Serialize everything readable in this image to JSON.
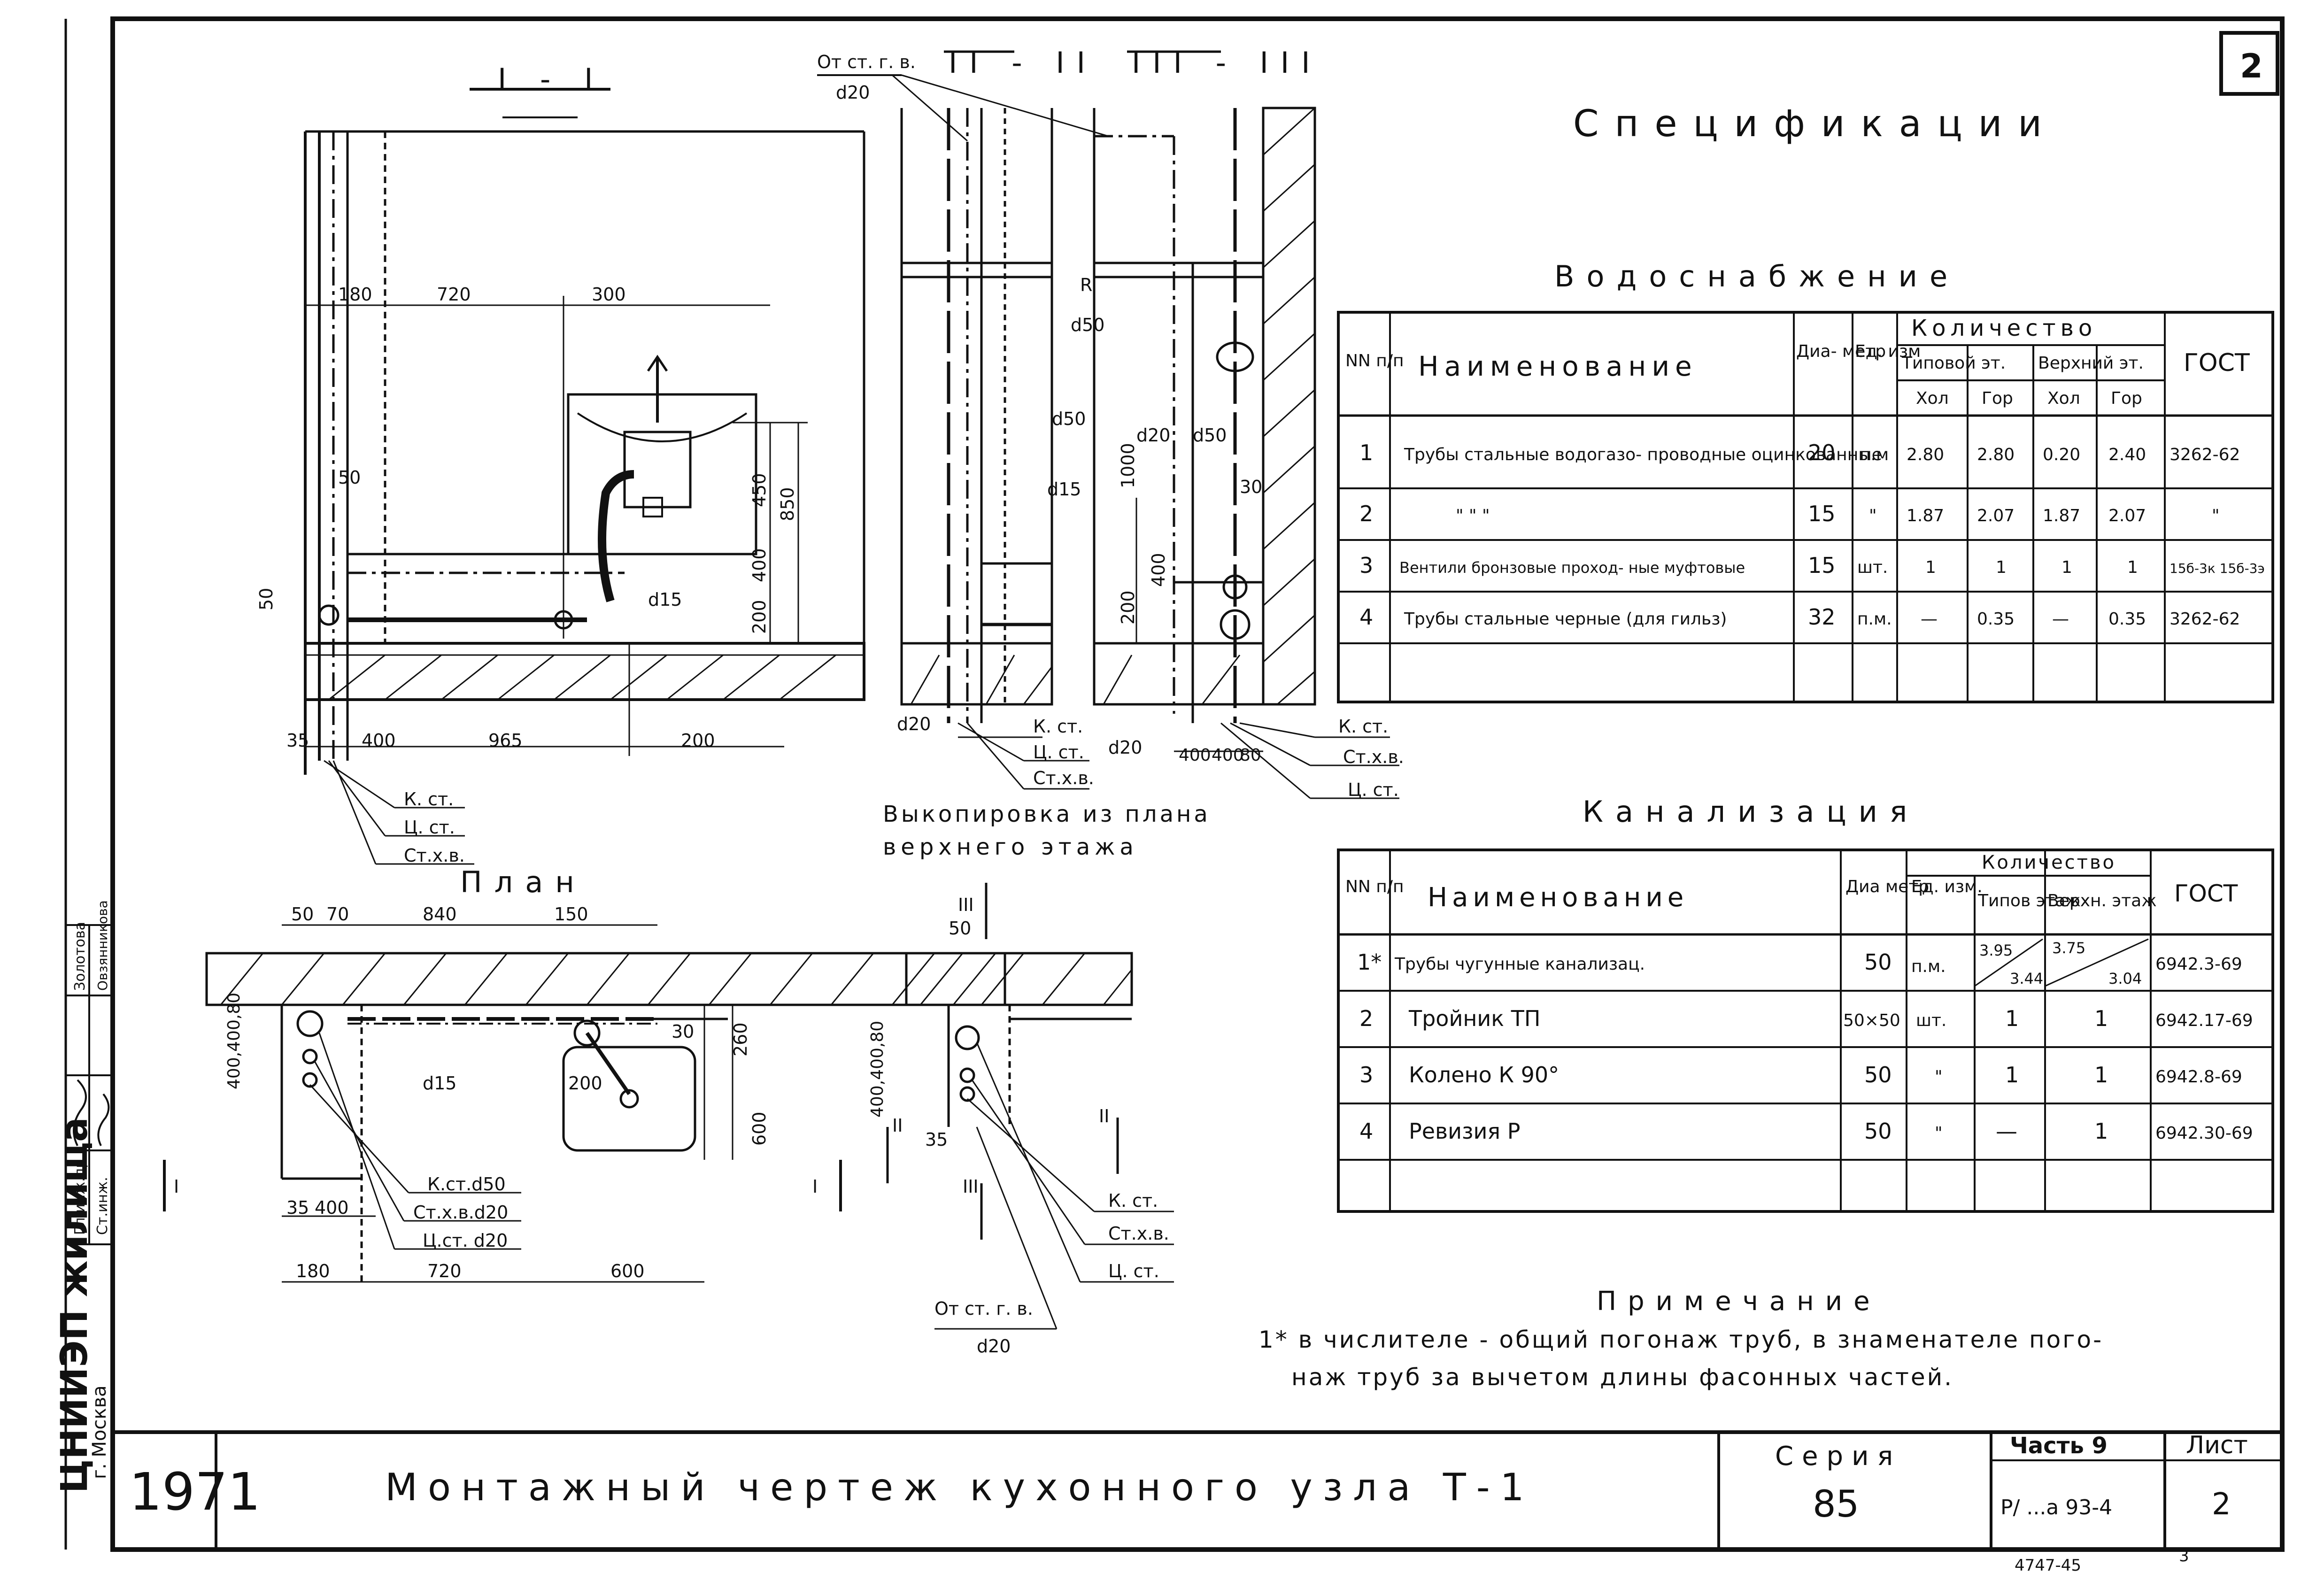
{
  "sheet": {
    "number": "2",
    "title": "Монтажный чертеж кухонного узла Т-1",
    "year": "1971",
    "series_label": "Серия",
    "series_value": "85",
    "part_label": "Часть 9",
    "part_code": "Р/ ...а 93-4",
    "sheet_label": "Лист",
    "sheet_value": "2",
    "archive_mark": "4747-45",
    "archive_sub": "3"
  },
  "stamp": {
    "org": "ЦНИИЭП жилища",
    "city": "г. Москва",
    "roles": [
      "Гл.инж.пр.",
      "Ст.инж."
    ],
    "names": [
      "Золотова",
      "Овзянникова"
    ]
  },
  "specifications_title": "Спецификации",
  "water": {
    "title": "Водоснабжение",
    "headers": {
      "nn": "NN п/п",
      "name": "Наименование",
      "diameter": "Диа- метр",
      "unit": "Ед. изм",
      "quantity": "Количество",
      "typical": "Типовой эт.",
      "upper": "Верхний эт.",
      "cold": "Хол",
      "hot": "Гор",
      "gost": "ГОСТ"
    },
    "rows": [
      {
        "n": "1",
        "name": "Трубы стальные водогазо- проводные оцинкованные",
        "d": "20",
        "unit": "п.м",
        "t_cold": "2.80",
        "t_hot": "2.80",
        "u_cold": "0.20",
        "u_hot": "2.40",
        "gost": "3262-62"
      },
      {
        "n": "2",
        "name": "\"      \"      \"",
        "d": "15",
        "unit": "\"",
        "t_cold": "1.87",
        "t_hot": "2.07",
        "u_cold": "1.87",
        "u_hot": "2.07",
        "gost": "\""
      },
      {
        "n": "3",
        "name": "Вентили бронзовые проход- ные муфтовые",
        "d": "15",
        "unit": "шт.",
        "t_cold": "1",
        "t_hot": "1",
        "u_cold": "1",
        "u_hot": "1",
        "gost": "15б-3к 15б-3э"
      },
      {
        "n": "4",
        "name": "Трубы стальные черные (для гильз)",
        "d": "32",
        "unit": "п.м.",
        "t_cold": "—",
        "t_hot": "0.35",
        "u_cold": "—",
        "u_hot": "0.35",
        "gost": "3262-62"
      }
    ]
  },
  "sewer": {
    "title": "Канализация",
    "headers": {
      "nn": "NN п/п",
      "name": "Наименование",
      "diameter": "Диа метр",
      "unit": "Ед. изм.",
      "quantity": "Количество",
      "typical": "Типов этаж",
      "upper": "Верхн. этаж",
      "gost": "ГОСТ"
    },
    "rows": [
      {
        "n": "1*",
        "name": "Трубы чугунные канализац.",
        "d": "50",
        "unit": "п.м.",
        "typ_num": "3.95",
        "typ_den": "3.44",
        "up_num": "3.75",
        "up_den": "3.04",
        "gost": "6942.3-69"
      },
      {
        "n": "2",
        "name": "Тройник ТП",
        "d": "50×50",
        "unit": "шт.",
        "typ": "1",
        "up": "1",
        "gost": "6942.17-69"
      },
      {
        "n": "3",
        "name": "Колено К 90°",
        "d": "50",
        "unit": "\"",
        "typ": "1",
        "up": "1",
        "gost": "6942.8-69"
      },
      {
        "n": "4",
        "name": "Ревизия Р",
        "d": "50",
        "unit": "\"",
        "typ": "—",
        "up": "1",
        "gost": "6942.30-69"
      }
    ]
  },
  "note": {
    "title": "Примечание",
    "line1": "1* в числителе - общий погонаж труб, в знаменателе пого-",
    "line2": "наж труб за вычетом длины фасонных частей."
  },
  "section1": {
    "label": "I - I",
    "dims": [
      "180",
      "720",
      "300",
      "450",
      "850",
      "50",
      "400",
      "200",
      "50",
      "35",
      "400",
      "965",
      "200"
    ],
    "d15": "d15",
    "callouts": [
      "К. ст.",
      "Ц. ст.",
      "Ст.х.в."
    ]
  },
  "section2": {
    "label": "II - II",
    "top_note": "От ст. г. в.",
    "top_d": "d20",
    "labels": [
      "d50",
      "d15",
      "R",
      "d50",
      "d20"
    ],
    "callouts": [
      "К. ст.",
      "Ц. ст.",
      "Ст.х.в."
    ]
  },
  "section3": {
    "label": "III - III",
    "labels": [
      "d20",
      "d50",
      "30",
      "1000",
      "400",
      "200",
      "d20"
    ],
    "dims_bottom": [
      "400",
      "400",
      "80"
    ],
    "callouts": [
      "К. ст.",
      "Ст.х.в.",
      "Ц. ст."
    ]
  },
  "plan": {
    "title": "План",
    "dims_top": [
      "50",
      "70",
      "840",
      "150"
    ],
    "dims_side": [
      "400,400,80",
      "260",
      "600"
    ],
    "dims_bottom": [
      "35",
      "400",
      "180",
      "720",
      "600"
    ],
    "d15": "d15",
    "angle": "200",
    "dim_30": "30",
    "callouts": [
      "К.ст.d50",
      "Ст.х.в.d20",
      "Ц.ст. d20"
    ],
    "cut_marks": [
      "I",
      "I"
    ]
  },
  "upper_plan": {
    "title_line1": "Выкопировка из плана",
    "title_line2": "верхнего этажа",
    "marks": [
      "III",
      "II",
      "II",
      "III"
    ],
    "dims": [
      "50",
      "400,400,80",
      "35"
    ],
    "callouts": [
      "К. ст.",
      "Ст.х.в.",
      "Ц. ст."
    ],
    "bottom_note": "От ст. г. в.",
    "bottom_d": "d20"
  }
}
